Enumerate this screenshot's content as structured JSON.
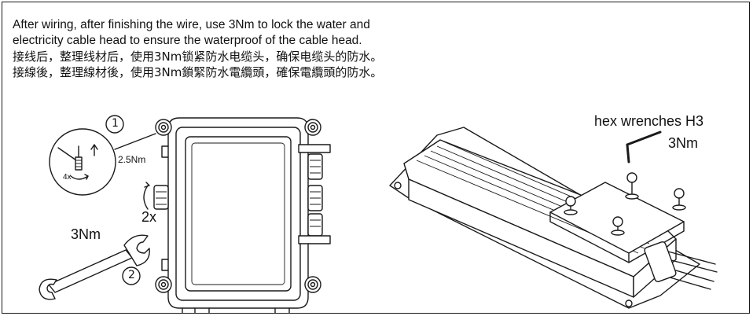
{
  "instructions": {
    "en_line1": "After wiring, after finishing the wire, use 3Nm to lock the water and",
    "en_line2": "electricity cable head to ensure the waterproof of the cable head.",
    "zh_simplified": "接线后，整理线材后，使用3Nm锁紧防水电缆头，确保电缆头的防水。",
    "zh_traditional": "接線後，整理線材後，使用3Nm鎖緊防水電纜頭，確保電纜頭的防水。"
  },
  "left_figure": {
    "step1_marker": "①",
    "step2_marker": "②",
    "inset_count": "4x",
    "inset_torque": "2.5Nm",
    "gland_count": "2x",
    "wrench_torque": "3Nm"
  },
  "right_figure": {
    "tool_label": "hex wrenches H3",
    "tool_torque": "3Nm"
  }
}
